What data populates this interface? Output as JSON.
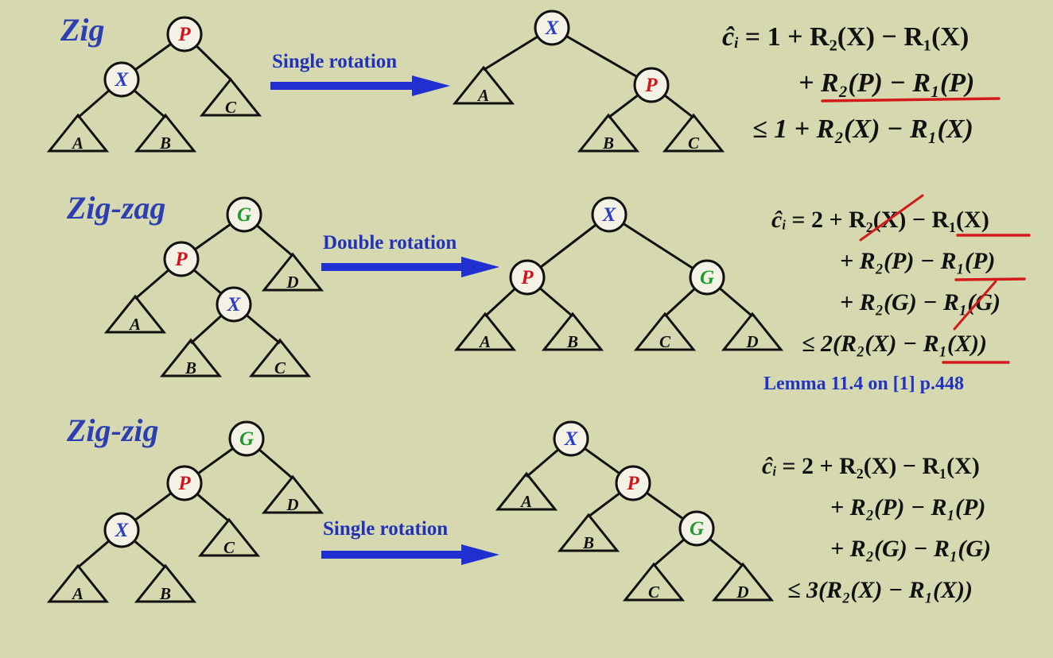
{
  "zig": {
    "title": "Zig",
    "rotation_label": "Single rotation",
    "before": {
      "root": "P",
      "left": "X",
      "right_sub": "C",
      "left_left_sub": "A",
      "left_right_sub": "B"
    },
    "after": {
      "root": "X",
      "left_sub": "A",
      "right": "P",
      "right_left_sub": "B",
      "right_right_sub": "C"
    },
    "equation": {
      "line1": "ĉ",
      "line1_sub": "i",
      "line1_rest": " = 1 + R₂(X) − R₁(X)",
      "line2": "+ R₂(P) − R₁(P)",
      "line3": "≤ 1 + R₂(X) − R₁(X)"
    }
  },
  "zigzag": {
    "title": "Zig-zag",
    "rotation_label": "Double rotation",
    "before": {
      "root": "G",
      "left": "P",
      "right_sub": "D",
      "left_left_sub": "A",
      "left_right": "X",
      "x_left_sub": "B",
      "x_right_sub": "C"
    },
    "after": {
      "root": "X",
      "left": "P",
      "right": "G",
      "subs": [
        "A",
        "B",
        "C",
        "D"
      ]
    },
    "equation": {
      "line1": "ĉ",
      "line1_sub": "i",
      "line1_rest": " = 2 + R₂(X) − R₁(X)",
      "line2": "+ R₂(P) − R₁(P)",
      "line3": "+ R₂(G) − R₁(G)",
      "line4": "≤ 2(R₂(X) − R₁(X))"
    },
    "lemma": "Lemma 11.4 on [1] p.448"
  },
  "zigzig": {
    "title": "Zig-zig",
    "rotation_label": "Single rotation",
    "before": {
      "root": "G",
      "mid": "P",
      "low": "X",
      "subs": [
        "A",
        "B",
        "C",
        "D"
      ]
    },
    "after": {
      "root": "X",
      "mid": "P",
      "low": "G",
      "subs": [
        "A",
        "B",
        "C",
        "D"
      ]
    },
    "equation": {
      "line1": "ĉ",
      "line1_sub": "i",
      "line1_rest": " = 2 + R₂(X) − R₁(X)",
      "line2": "+ R₂(P) − R₁(P)",
      "line3": "+ R₂(G) − R₁(G)",
      "line4": "≤ 3(R₂(X) − R₁(X))"
    }
  },
  "colors": {
    "background": "#d6d9b0",
    "node_x": "#2a3cc8",
    "node_p": "#d4121c",
    "node_g": "#1f9a2e",
    "arrow": "#1f2fd0",
    "annotation_red": "#d21a1a",
    "title_blue": "#2b3fb3"
  }
}
